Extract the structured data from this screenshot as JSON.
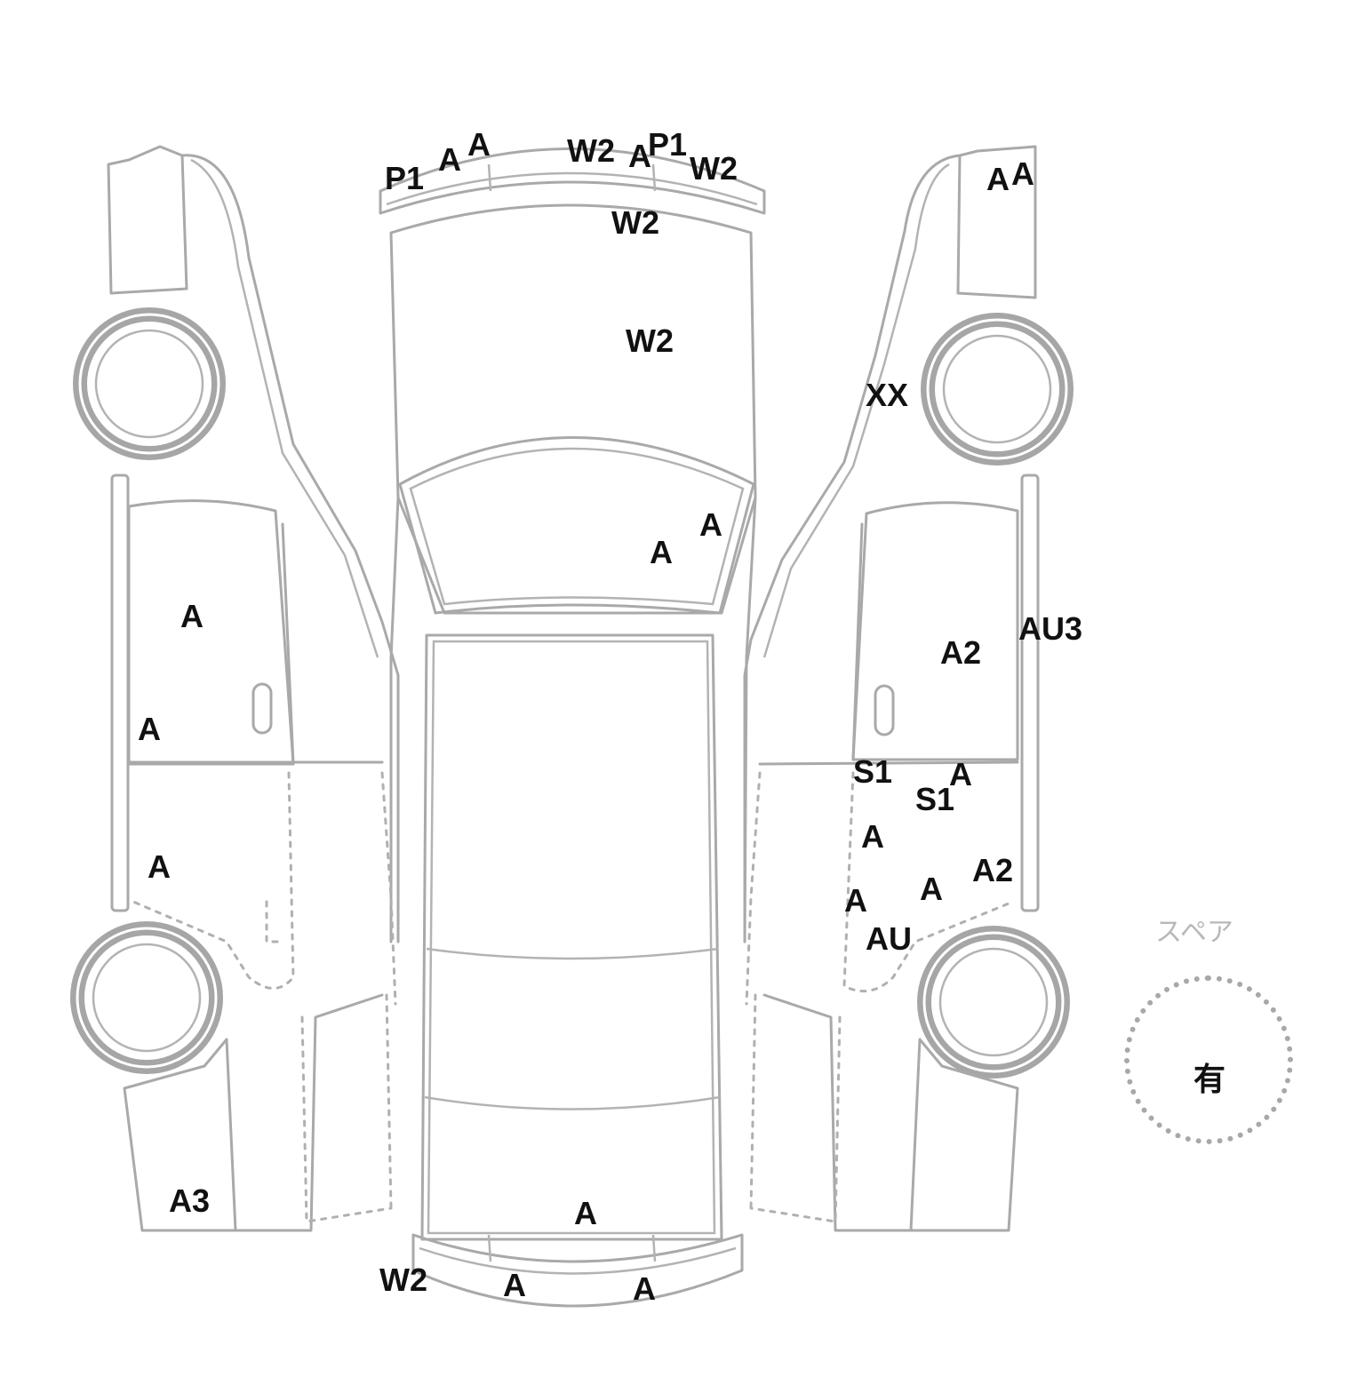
{
  "diagram": {
    "marks": [
      {
        "id": "front-bumper-p1-left",
        "text": "P1"
      },
      {
        "id": "front-bumper-a-1",
        "text": "A"
      },
      {
        "id": "front-bumper-a-2",
        "text": "A"
      },
      {
        "id": "front-bumper-w2-1",
        "text": "W2"
      },
      {
        "id": "front-bumper-a-3",
        "text": "A"
      },
      {
        "id": "front-bumper-p1-right",
        "text": "P1"
      },
      {
        "id": "front-bumper-w2-2",
        "text": "W2"
      },
      {
        "id": "hood-w2-upper",
        "text": "W2"
      },
      {
        "id": "hood-w2-lower",
        "text": "W2"
      },
      {
        "id": "windshield-a-1",
        "text": "A"
      },
      {
        "id": "windshield-a-2",
        "text": "A"
      },
      {
        "id": "rear-upper-a",
        "text": "A"
      },
      {
        "id": "rear-bumper-w2",
        "text": "W2"
      },
      {
        "id": "rear-bumper-a-1",
        "text": "A"
      },
      {
        "id": "rear-bumper-a-2",
        "text": "A"
      },
      {
        "id": "left-front-door-a",
        "text": "A"
      },
      {
        "id": "left-rocker-a",
        "text": "A"
      },
      {
        "id": "left-rear-door-a",
        "text": "A"
      },
      {
        "id": "left-rear-fender-a3",
        "text": "A3"
      },
      {
        "id": "right-front-fender-a-1",
        "text": "A"
      },
      {
        "id": "right-front-fender-a-2",
        "text": "A"
      },
      {
        "id": "right-front-wheel-xx",
        "text": "XX"
      },
      {
        "id": "right-rocker-au3",
        "text": "AU3"
      },
      {
        "id": "right-front-door-a2",
        "text": "A2"
      },
      {
        "id": "right-rear-door-s1-1",
        "text": "S1"
      },
      {
        "id": "right-rear-door-s1-2",
        "text": "S1"
      },
      {
        "id": "right-rear-door-a-1",
        "text": "A"
      },
      {
        "id": "right-rear-door-a-2",
        "text": "A"
      },
      {
        "id": "right-rear-door-a-3",
        "text": "A"
      },
      {
        "id": "right-rear-door-a2",
        "text": "A2"
      },
      {
        "id": "right-rear-door-a-4",
        "text": "A"
      },
      {
        "id": "right-rear-wheel-au",
        "text": "AU"
      }
    ],
    "spare": {
      "label": "スペア",
      "value": "有"
    }
  }
}
